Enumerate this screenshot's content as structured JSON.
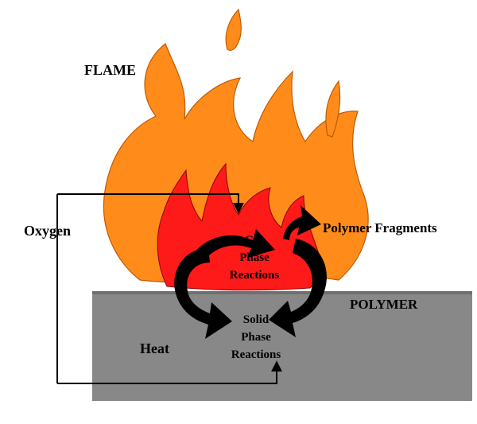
{
  "labels": {
    "flame": "FLAME",
    "oxygen": "Oxygen",
    "polymer_fragments": "Polymer Fragments",
    "polymer": "POLYMER",
    "heat": "Heat",
    "gas_line1": "Gas",
    "gas_line2": "Phase",
    "gas_line3": "Reactions",
    "solid_line1": "Solid",
    "solid_line2": "Phase",
    "solid_line3": "Reactions"
  },
  "colors": {
    "flame_outer": "#FF8C1A",
    "flame_inner": "#FF1A1A",
    "polymer": "#888888",
    "arrows": "#000000"
  }
}
